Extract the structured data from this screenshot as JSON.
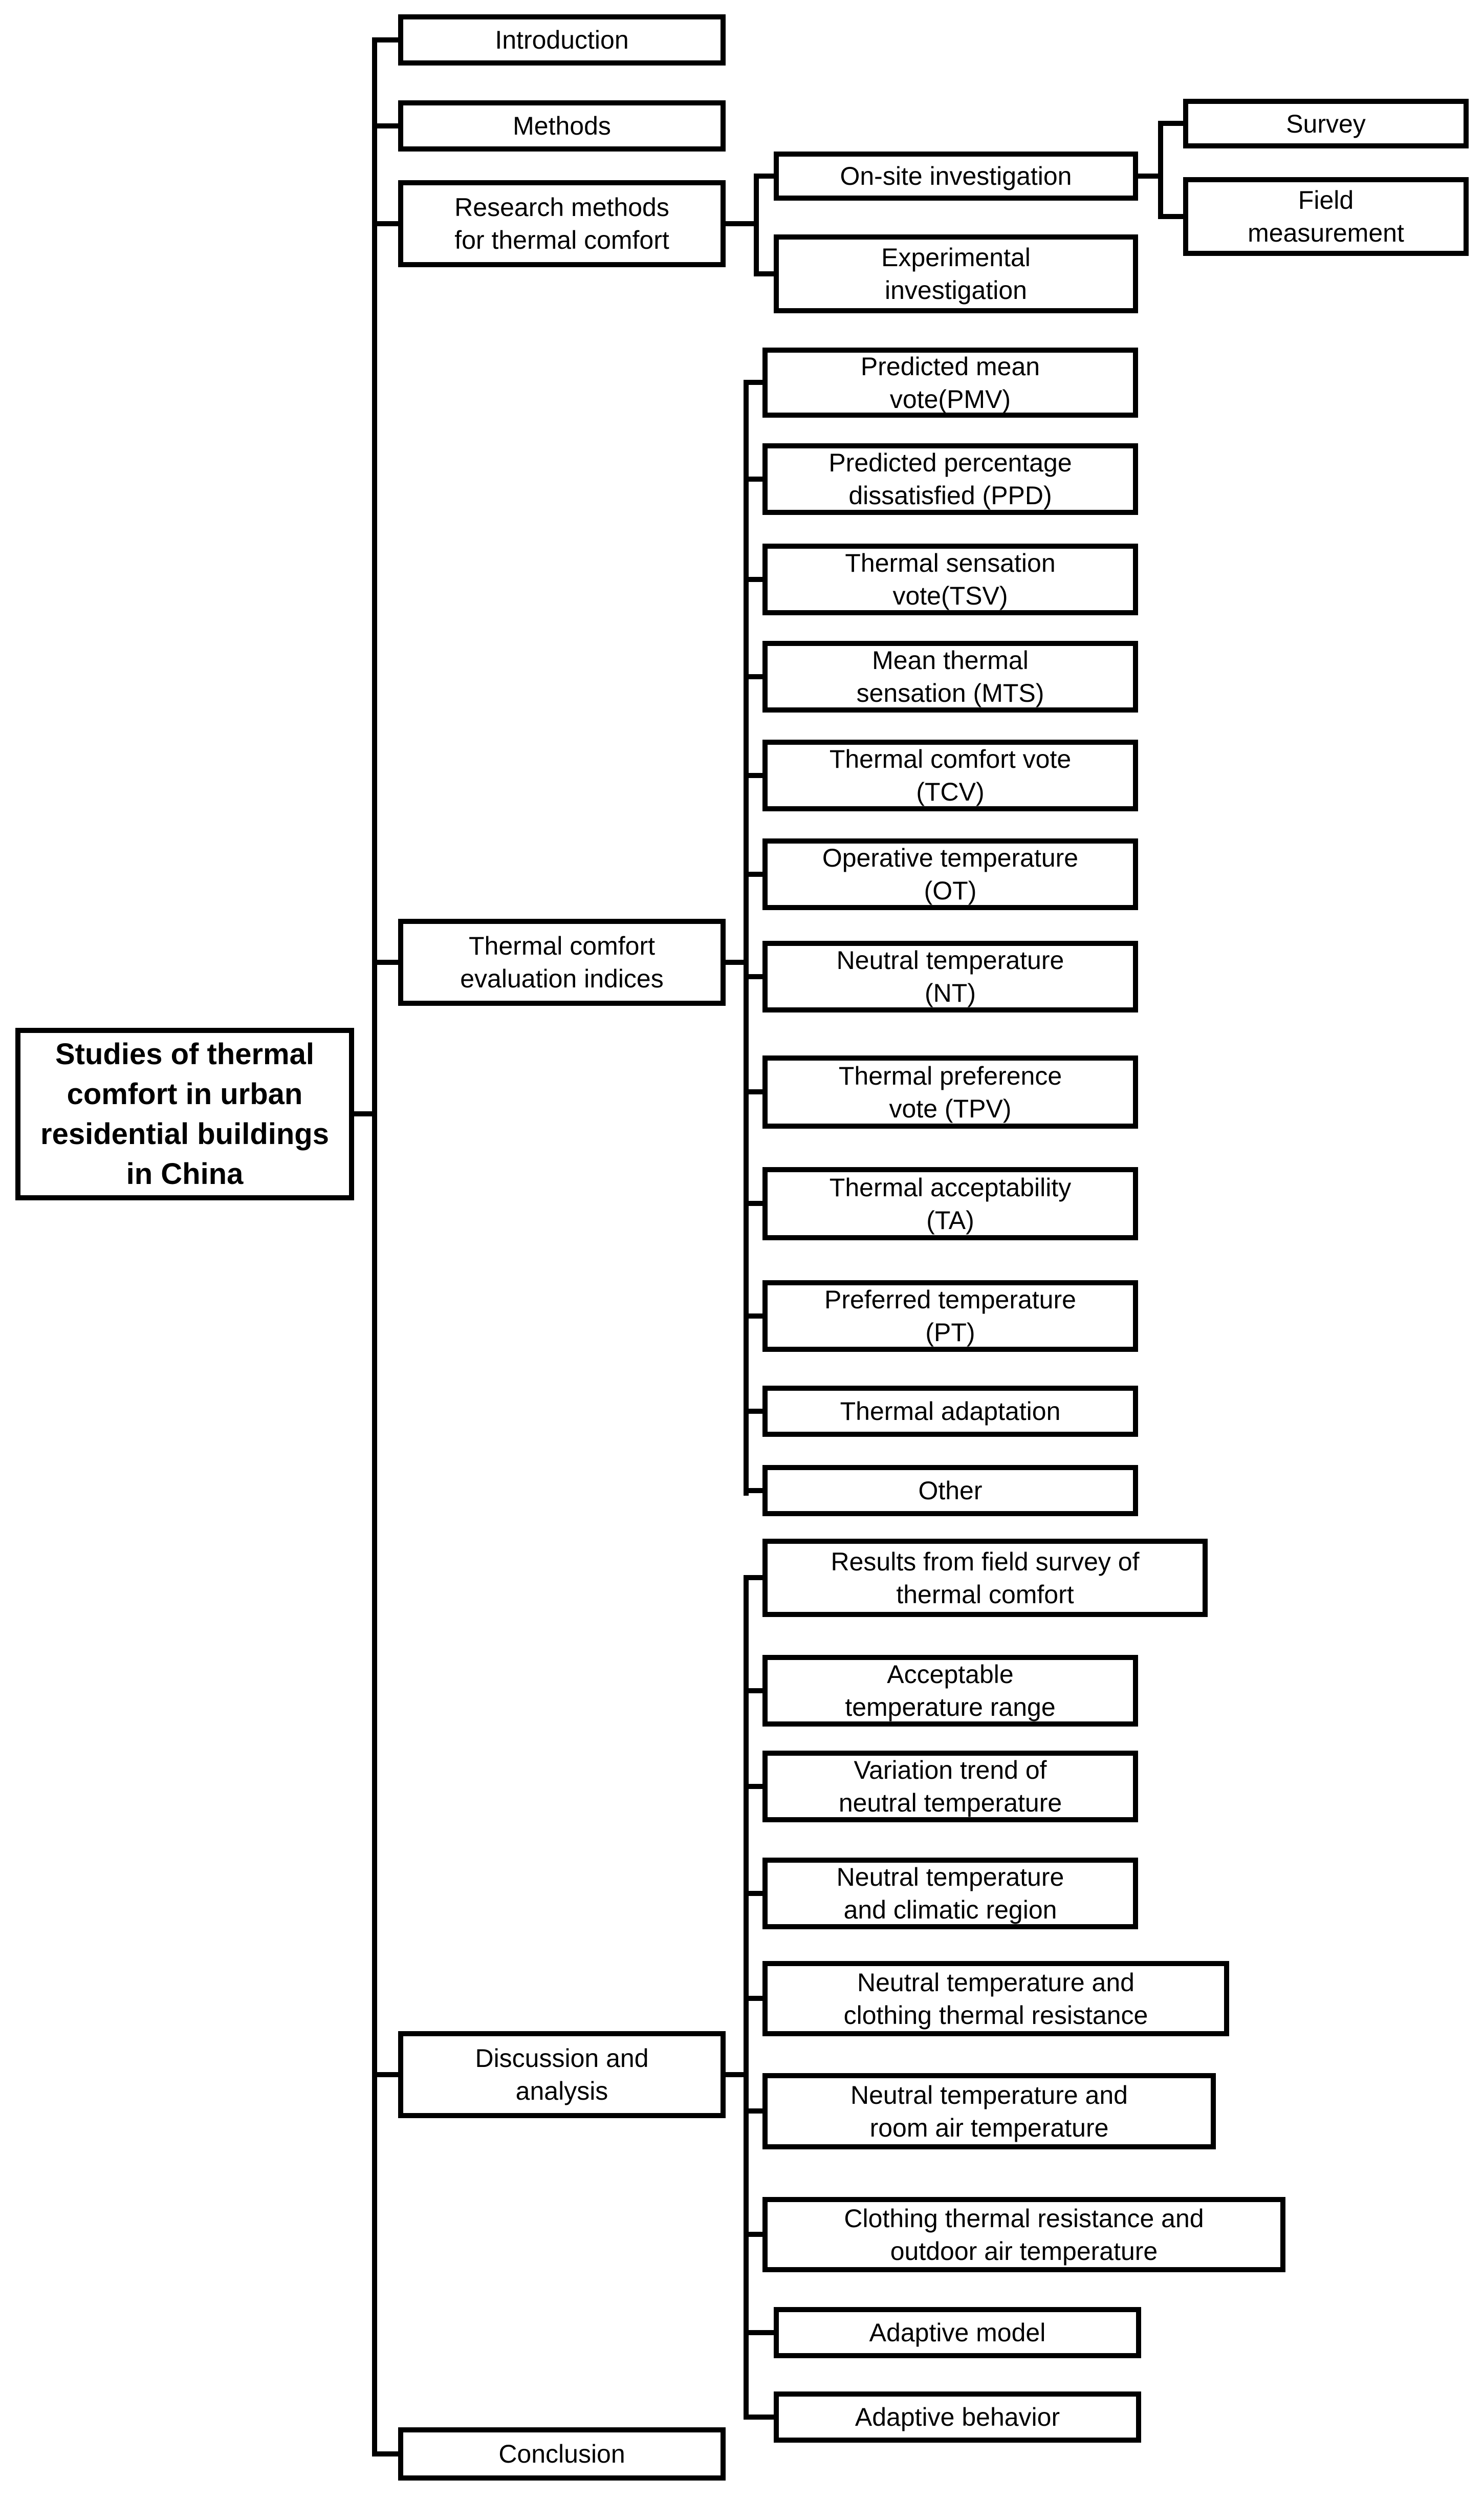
{
  "diagram": {
    "title": "Studies of thermal comfort in urban residential buildings in China",
    "root": {
      "label": "Studies of thermal\ncomfort in urban\nresidential buildings\nin China"
    },
    "branches": [
      {
        "label": "Introduction"
      },
      {
        "label": "Methods"
      },
      {
        "label": "Research methods\nfor thermal comfort",
        "children": [
          {
            "label": "On-site investigation",
            "children": [
              {
                "label": "Survey"
              },
              {
                "label": "Field\nmeasurement"
              }
            ]
          },
          {
            "label": "Experimental\ninvestigation"
          }
        ]
      },
      {
        "label": "Thermal comfort\nevaluation indices",
        "children": [
          {
            "label": "Predicted mean\nvote(PMV)"
          },
          {
            "label": "Predicted percentage\ndissatisfied (PPD)"
          },
          {
            "label": "Thermal sensation\nvote(TSV)"
          },
          {
            "label": "Mean thermal\nsensation (MTS)"
          },
          {
            "label": "Thermal comfort vote\n(TCV)"
          },
          {
            "label": "Operative temperature\n(OT)"
          },
          {
            "label": "Neutral temperature\n(NT)"
          },
          {
            "label": "Thermal preference\nvote (TPV)"
          },
          {
            "label": "Thermal acceptability\n(TA)"
          },
          {
            "label": "Preferred temperature\n(PT)"
          },
          {
            "label": "Thermal adaptation"
          },
          {
            "label": "Other"
          }
        ]
      },
      {
        "label": "Discussion and\nanalysis",
        "children": [
          {
            "label": "Results from field survey of\nthermal comfort"
          },
          {
            "label": "Acceptable\ntemperature range"
          },
          {
            "label": "Variation trend of\nneutral temperature"
          },
          {
            "label": "Neutral temperature\nand climatic region"
          },
          {
            "label": "Neutral temperature and\nclothing thermal resistance"
          },
          {
            "label": "Neutral temperature and\nroom air temperature"
          },
          {
            "label": "Clothing thermal resistance and\noutdoor air temperature"
          },
          {
            "label": "Adaptive model"
          },
          {
            "label": "Adaptive behavior"
          }
        ]
      },
      {
        "label": "Conclusion"
      }
    ]
  },
  "colors": {
    "background": "#ffffff",
    "box_fill": "#ffffff",
    "box_border": "#000000",
    "text": "#000000",
    "connector": "#000000"
  }
}
